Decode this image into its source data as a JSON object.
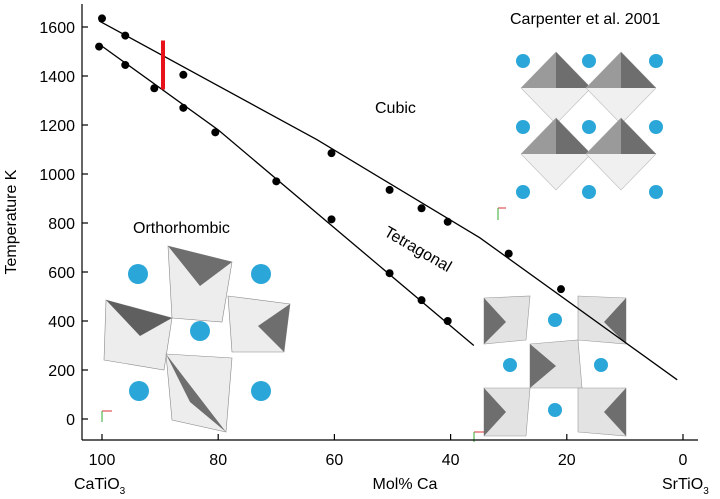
{
  "chart_data": {
    "type": "scatter",
    "title": "",
    "attribution": "Carpenter et al. 2001",
    "xlabel": "Mol% Ca",
    "ylabel": "Temperature K",
    "xlim": [
      100,
      0
    ],
    "ylim": [
      -100,
      1700
    ],
    "xticks": [
      100,
      80,
      60,
      40,
      20,
      0
    ],
    "yticks": [
      0,
      200,
      400,
      600,
      800,
      1000,
      1200,
      1400,
      1600
    ],
    "end_labels": {
      "left_main": "CaTiO",
      "left_sub": "3",
      "right_main": "SrTiO",
      "right_sub": "3"
    },
    "phase_labels": {
      "cubic": "Cubic",
      "tetragonal": "Tetragonal",
      "orthorhombic": "Orthorhombic"
    },
    "series": [
      {
        "points": [
          {
            "x": 100,
            "y": 1635
          },
          {
            "x": 96,
            "y": 1565
          },
          {
            "x": 86,
            "y": 1405
          },
          {
            "x": 60.5,
            "y": 1085
          },
          {
            "x": 50.5,
            "y": 935
          },
          {
            "x": 45,
            "y": 860
          },
          {
            "x": 40.5,
            "y": 805
          },
          {
            "x": 30,
            "y": 675
          },
          {
            "x": 21,
            "y": 530
          }
        ],
        "line": [
          {
            "x": 100.5,
            "y": 1625
          },
          {
            "x": 63,
            "y": 1140
          },
          {
            "x": 35,
            "y": 740
          },
          {
            "x": 1,
            "y": 160
          }
        ]
      },
      {
        "points": [
          {
            "x": 100.5,
            "y": 1520
          },
          {
            "x": 96,
            "y": 1445
          },
          {
            "x": 91,
            "y": 1350
          },
          {
            "x": 86,
            "y": 1270
          },
          {
            "x": 80.5,
            "y": 1170
          },
          {
            "x": 70,
            "y": 970
          },
          {
            "x": 60.5,
            "y": 815
          },
          {
            "x": 50.5,
            "y": 595
          },
          {
            "x": 45,
            "y": 485
          },
          {
            "x": 40.5,
            "y": 400
          }
        ],
        "line": [
          {
            "x": 100.5,
            "y": 1530
          },
          {
            "x": 80,
            "y": 1180
          },
          {
            "x": 36,
            "y": 300
          }
        ]
      }
    ],
    "marker": {
      "x": 89.5,
      "y_start": 1345,
      "y_end": 1545,
      "color": "#e8121b"
    }
  },
  "colors": {
    "axis": "#000000",
    "point": "#000000",
    "atom": "#2aa7d8",
    "octa_dark": "#6e6e6e",
    "octa_light": "#e6e6e6"
  }
}
